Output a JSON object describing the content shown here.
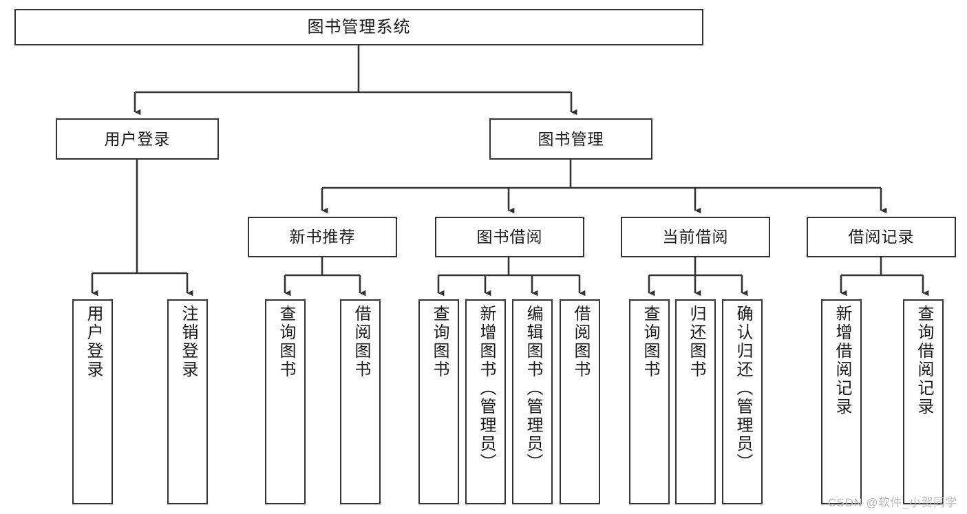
{
  "diagram": {
    "title": "图书管理系统",
    "type": "tree",
    "watermark": "CSDN @软件_小贺同学",
    "colors": {
      "border": "#333333",
      "background": "#ffffff",
      "text": "#1a1a1a",
      "watermark": "#b9b9b9"
    },
    "nodes": {
      "root": {
        "label": "图书管理系统"
      },
      "level1": [
        {
          "label": "用户登录"
        },
        {
          "label": "图书管理"
        }
      ],
      "level2": [
        {
          "label": "新书推荐"
        },
        {
          "label": "图书借阅"
        },
        {
          "label": "当前借阅"
        },
        {
          "label": "借阅记录"
        }
      ],
      "leaves": {
        "user_login": [
          {
            "label": "用户登录"
          },
          {
            "label": "注销登录"
          }
        ],
        "new_book": [
          {
            "label": "查询图书"
          },
          {
            "label": "借阅图书"
          }
        ],
        "book_borrow": [
          {
            "label": "查询图书"
          },
          {
            "label": "新增图书（管理员）"
          },
          {
            "label": "编辑图书（管理员）"
          },
          {
            "label": "借阅图书"
          }
        ],
        "current_borrow": [
          {
            "label": "查询图书"
          },
          {
            "label": "归还图书"
          },
          {
            "label": "确认归还（管理员）"
          }
        ],
        "borrow_record": [
          {
            "label": "新增借阅记录"
          },
          {
            "label": "查询借阅记录"
          }
        ]
      }
    }
  }
}
